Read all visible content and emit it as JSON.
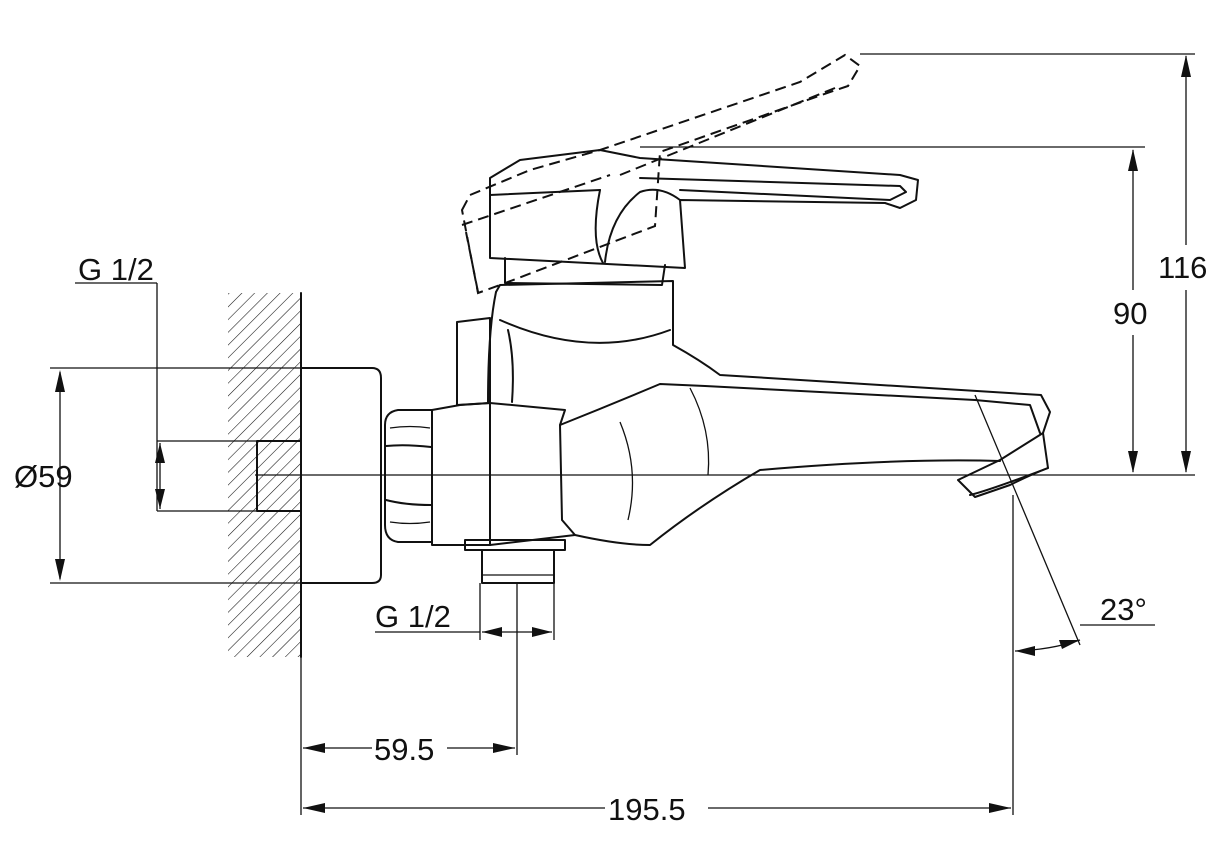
{
  "labels": {
    "thread_inlet": "G 1/2",
    "thread_outlet": "G 1/2",
    "flange_diameter": "Ø59",
    "height_lever": "90",
    "height_lever_raised": "116",
    "spout_angle": "23°",
    "outlet_offset": "59.5",
    "total_length": "195.5"
  }
}
